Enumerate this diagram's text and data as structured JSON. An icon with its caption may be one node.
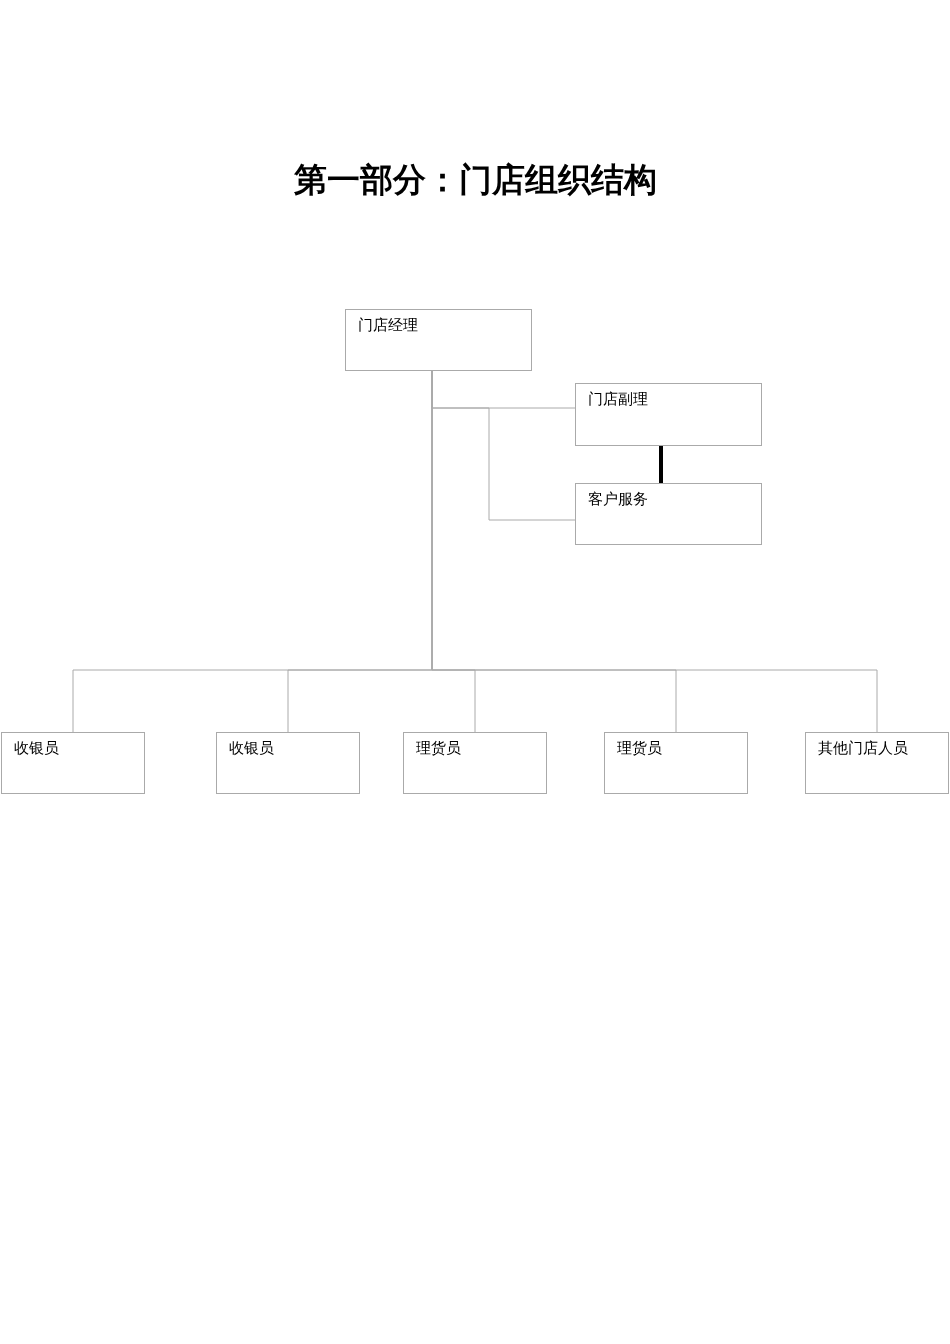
{
  "diagram": {
    "title": "第一部分：门店组织结构",
    "nodes": [
      {
        "text": [
          "门店经理"
        ]
      },
      {
        "text": [
          "门店副理"
        ]
      },
      {
        "text": [
          "客户服务"
        ]
      },
      {
        "text": [
          "收银员"
        ]
      },
      {
        "text": [
          "收银员"
        ]
      },
      {
        "text": [
          "理货员"
        ]
      },
      {
        "text": [
          "理货员"
        ]
      },
      {
        "text": [
          "其他门店人员"
        ]
      }
    ],
    "edges": [
      {
        "from": 0,
        "to": 1,
        "arrow": "none"
      },
      {
        "from": 0,
        "to": 2,
        "arrow": "none"
      },
      {
        "from": 1,
        "to": 2,
        "arrow": "none",
        "style": "thick",
        "color": "#000000"
      },
      {
        "from": 0,
        "to": 3,
        "arrow": "none"
      },
      {
        "from": 0,
        "to": 4,
        "arrow": "none"
      },
      {
        "from": 0,
        "to": 5,
        "arrow": "none"
      },
      {
        "from": 0,
        "to": 6,
        "arrow": "none"
      },
      {
        "from": 0,
        "to": 7,
        "arrow": "none"
      }
    ]
  }
}
